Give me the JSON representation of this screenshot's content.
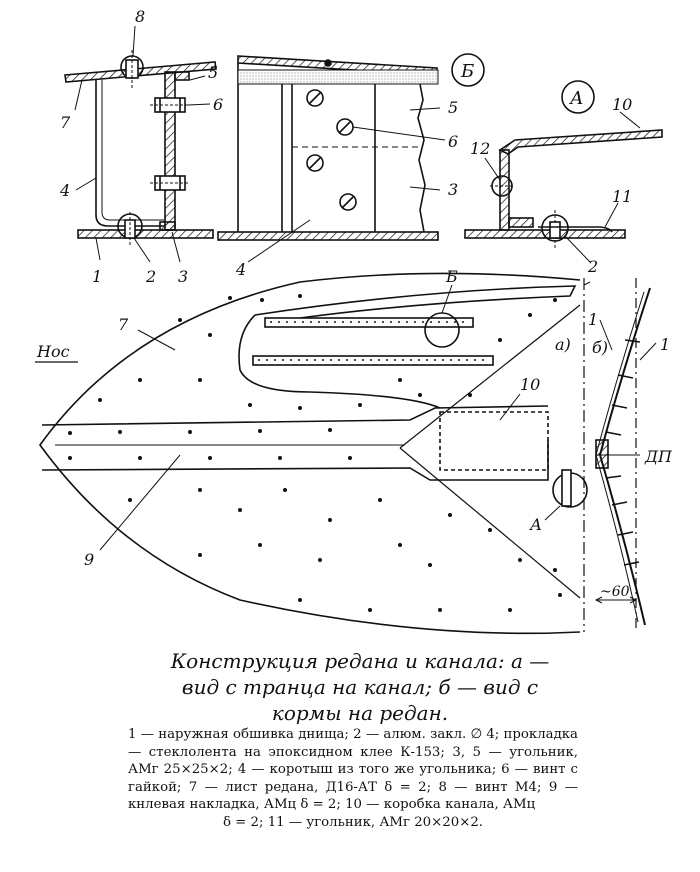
{
  "labels": {
    "n1": "1",
    "n2": "2",
    "n3": "3",
    "n4": "4",
    "n5": "5",
    "n6": "6",
    "n7": "7",
    "n8": "8",
    "n9": "9",
    "n10": "10",
    "n11": "11",
    "n12": "12",
    "detail_b": "Б",
    "detail_a": "А",
    "view_a": "а)",
    "view_b": "б)",
    "nose": "Нос",
    "dp": "ДП",
    "dim_60": "~60"
  },
  "caption": {
    "title": "Конструкция редана и канала: а — вид с транца на канал; б — вид с кормы на редан.",
    "legend": "1 — наружная обшивка днища; 2 — алюм. закл. ∅ 4; прокладка — стеклолента на эпоксидном клее К-153; 3, 5 — угольник, АМг 25×25×2; 4 — коротыш из того же угольника; 6 — винт с гайкой; 7 — лист редана, Д16-АТ δ = 2; 8 — винт М4; 9 — кнлевая накладка, АМц δ = 2; 10 — коробка канала, АМц",
    "legend_last": "δ = 2; 11 — угольник, АМг 20×20×2."
  }
}
